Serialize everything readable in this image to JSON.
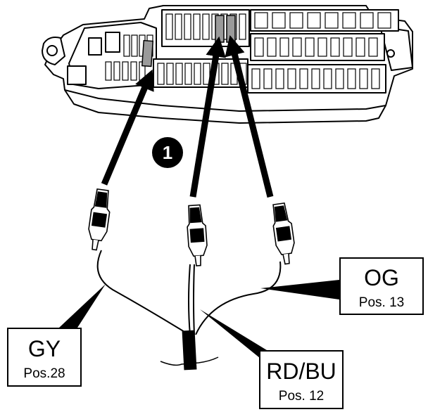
{
  "callout": {
    "number": "1"
  },
  "labels": {
    "gy": {
      "code": "GY",
      "position": "Pos.28"
    },
    "og": {
      "code": "OG",
      "position": "Pos. 13"
    },
    "rdbu": {
      "code": "RD/BU",
      "position": "Pos. 12"
    }
  },
  "colors": {
    "line": "#000000",
    "fuse_highlight": "#9a9a9a",
    "background": "#ffffff"
  }
}
